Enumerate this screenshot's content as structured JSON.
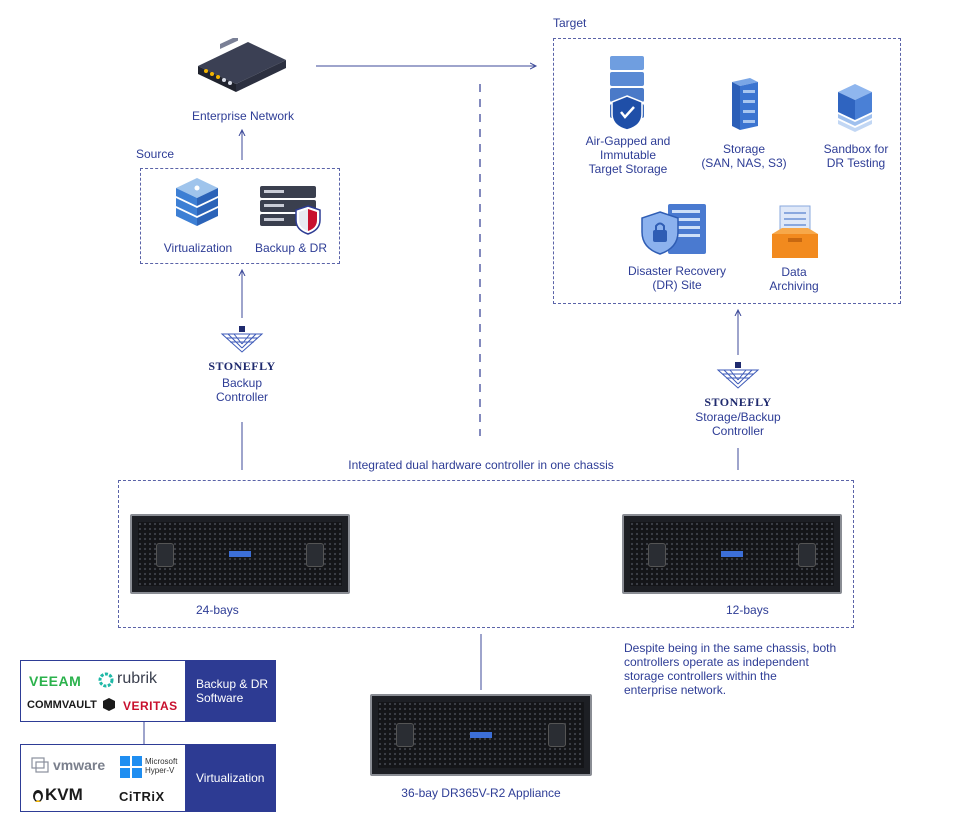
{
  "labels": {
    "target": "Target",
    "enterprise_network": "Enterprise Network",
    "source": "Source",
    "virtualization": "Virtualization",
    "backup_dr": "Backup & DR",
    "air_gapped_1": "Air-Gapped and",
    "air_gapped_2": "Immutable",
    "air_gapped_3": "Target Storage",
    "storage_1": "Storage",
    "storage_2": "(SAN, NAS, S3)",
    "sandbox_1": "Sandbox for",
    "sandbox_2": "DR Testing",
    "dr_site_1": "Disaster Recovery",
    "dr_site_2": "(DR) Site",
    "data_arch_1": "Data",
    "data_arch_2": "Archiving",
    "stonefly": "STONEFLY",
    "backup_controller_1": "Backup",
    "backup_controller_2": "Controller",
    "storage_backup_1": "Storage/Backup",
    "storage_backup_2": "Controller",
    "integrated": "Integrated dual hardware controller in one chassis",
    "bays24": "24-bays",
    "bays12": "12-bays",
    "note_1": "Despite being in the same chassis, both",
    "note_2": "controllers operate as independent",
    "note_3": "storage controllers within the",
    "note_4": "enterprise network.",
    "appliance": "36-bay DR365V-R2 Appliance"
  },
  "software": {
    "backup_title_1": "Backup & DR",
    "backup_title_2": "Software",
    "veeam": "VEEAM",
    "rubrik": "rubrik",
    "commvault": "COMMVAULT",
    "veritas": "VERITAS",
    "virt_title": "Virtualization",
    "vmware": "vmware",
    "microsoft_1": "Microsoft",
    "microsoft_2": "Hyper-V",
    "kvm": "KVM",
    "citrix": "CiTRiX"
  },
  "colors": {
    "primary": "#2e3d96",
    "dash": "#5a63a8",
    "veeam": "#2bb24c",
    "rubrik": "#1eb8a6",
    "veritas": "#c8102e",
    "microsoft": "#1f8ef1"
  }
}
